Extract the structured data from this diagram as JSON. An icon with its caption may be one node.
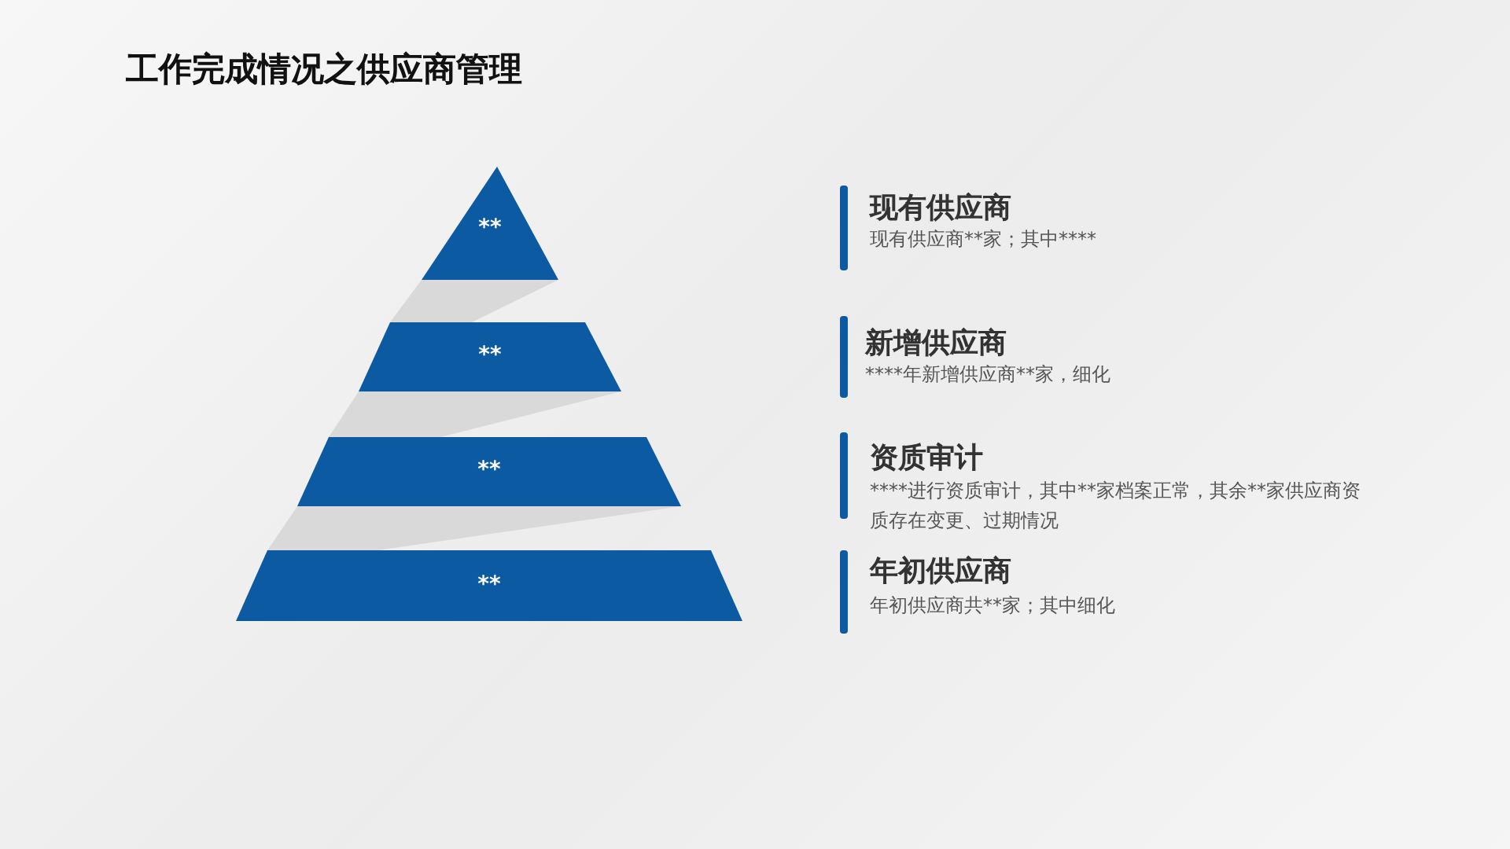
{
  "diagram": {
    "title": "工作完成情况之供应商管理",
    "nodes": [
      {
        "text": [
          "**"
        ]
      },
      {
        "text": [
          "**"
        ]
      },
      {
        "text": [
          "**"
        ]
      },
      {
        "text": [
          "**"
        ]
      }
    ],
    "labels": [
      "现有供应商",
      "现有供应商**家；其中****",
      "新增供应商",
      "****年新增供应商**家，细化",
      "资质审计",
      "****进行资质审计，其中**家档案正常，其余**家供应商资质存在变更、过期情况",
      "年初供应商",
      "年初供应商共**家；其中细化"
    ]
  }
}
